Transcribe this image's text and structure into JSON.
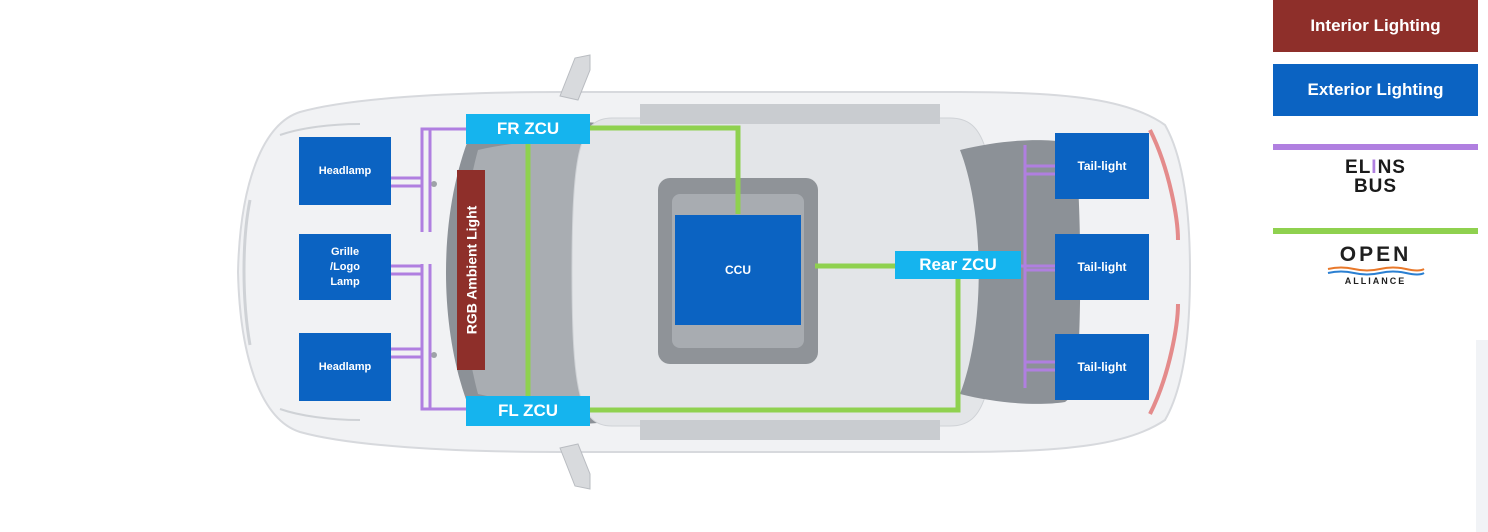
{
  "colors": {
    "interior": "#8e2f2a",
    "exterior": "#0b63c2",
    "zcu": "#15b4ee",
    "elins_bus": "#b07fe0",
    "open_alliance": "#8fd14f"
  },
  "legend": {
    "interior_label": "Interior Lighting",
    "exterior_label": "Exterior Lighting",
    "elins_line1_a": "EL",
    "elins_line1_b": "I",
    "elins_line1_c": "NS",
    "elins_line2": "BUS",
    "open_line1": "OPEN",
    "open_line2": "ALLIANCE"
  },
  "diagram": {
    "headlamp_top": "Headlamp",
    "grille_line1": "Grille",
    "grille_line2": "/Logo",
    "grille_line3": "Lamp",
    "headlamp_bottom": "Headlamp",
    "ambient": "RGB Ambient Light",
    "fr_zcu": "FR ZCU",
    "fl_zcu": "FL ZCU",
    "ccu": "CCU",
    "rear_zcu": "Rear ZCU",
    "tail_top": "Tail-light",
    "tail_mid": "Tail-light",
    "tail_bottom": "Tail-light"
  }
}
